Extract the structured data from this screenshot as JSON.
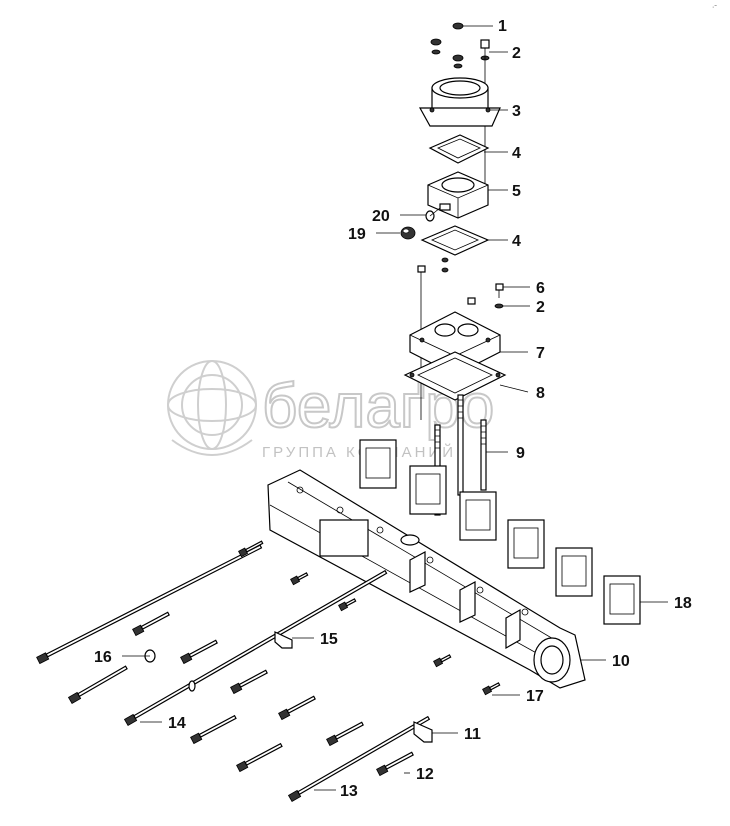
{
  "watermark": {
    "brand": "белаґро",
    "tagline": "ГРУППА КОМПАНИЙ"
  },
  "corner_mark": "ᐧᐨ",
  "callouts": [
    {
      "id": "c1",
      "label": "1"
    },
    {
      "id": "c2a",
      "label": "2"
    },
    {
      "id": "c3",
      "label": "3"
    },
    {
      "id": "c4a",
      "label": "4"
    },
    {
      "id": "c5",
      "label": "5"
    },
    {
      "id": "c20",
      "label": "20"
    },
    {
      "id": "c19",
      "label": "19"
    },
    {
      "id": "c4b",
      "label": "4"
    },
    {
      "id": "c6",
      "label": "6"
    },
    {
      "id": "c2b",
      "label": "2"
    },
    {
      "id": "c7",
      "label": "7"
    },
    {
      "id": "c8",
      "label": "8"
    },
    {
      "id": "c9",
      "label": "9"
    },
    {
      "id": "c18",
      "label": "18"
    },
    {
      "id": "c10",
      "label": "10"
    },
    {
      "id": "c15",
      "label": "15"
    },
    {
      "id": "c16",
      "label": "16"
    },
    {
      "id": "c17",
      "label": "17"
    },
    {
      "id": "c14",
      "label": "14"
    },
    {
      "id": "c11",
      "label": "11"
    },
    {
      "id": "c12",
      "label": "12"
    },
    {
      "id": "c13",
      "label": "13"
    }
  ]
}
